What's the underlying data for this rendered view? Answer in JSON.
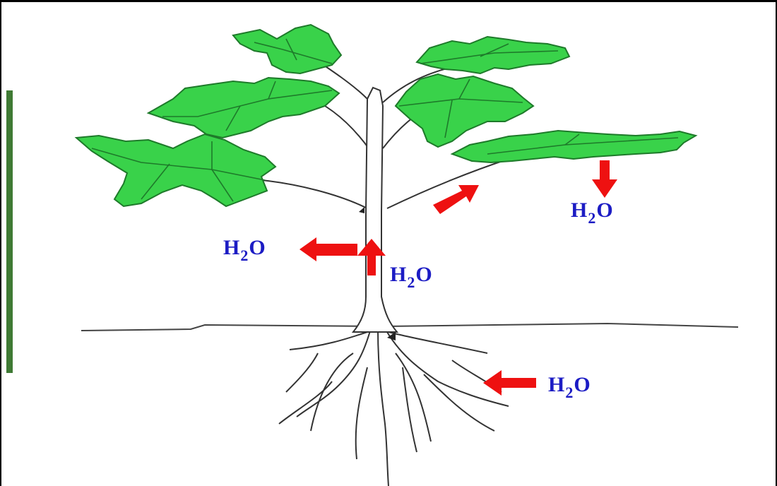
{
  "labels": {
    "leaf_right": {
      "main": "H",
      "sub": "2",
      "tail": "O"
    },
    "stem_left": {
      "main": "H",
      "sub": "2",
      "tail": "O"
    },
    "stem_right": {
      "main": "H",
      "sub": "2",
      "tail": "O"
    },
    "roots": {
      "main": "H",
      "sub": "2",
      "tail": "O"
    }
  },
  "colors": {
    "leaf": "#39d24a",
    "leaf_dark": "#1e7a2a",
    "arrow": "#ee1111",
    "label": "#1c1cc4",
    "stem": "#ffffff",
    "outline": "#333333"
  }
}
